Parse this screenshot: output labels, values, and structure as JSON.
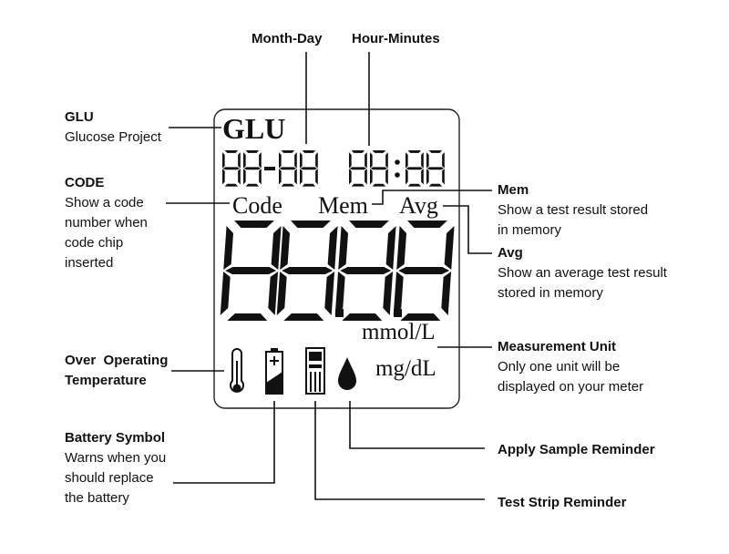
{
  "display": {
    "glu": "GLU",
    "date": "88-88",
    "time": "88:88",
    "code": "Code",
    "mem": "Mem",
    "avg": "Avg",
    "reading": "8888",
    "unit_mmol": "mmol/L",
    "unit_mg": "mg/dL"
  },
  "callouts": {
    "month_day": "Month-Day",
    "hour_minutes": "Hour-Minutes",
    "glu": {
      "title": "GLU",
      "desc": [
        "Glucose Project"
      ]
    },
    "code": {
      "title": "CODE",
      "desc": [
        "Show a code",
        "number when",
        "code chip",
        "inserted"
      ]
    },
    "mem": {
      "title": "Mem",
      "desc": [
        "Show a test result stored",
        "in memory"
      ]
    },
    "avg": {
      "title": "Avg",
      "desc": [
        "Show an average test result",
        "stored in memory"
      ]
    },
    "unit": {
      "title": "Measurement Unit",
      "desc": [
        "Only one unit will be",
        "displayed on your meter"
      ]
    },
    "temp": {
      "title_lines": [
        "Over  Operating",
        "Temperature"
      ]
    },
    "battery": {
      "title": "Battery Symbol",
      "desc": [
        "Warns when you",
        "should replace",
        "the battery"
      ]
    },
    "sample": {
      "title": "Apply Sample Reminder"
    },
    "strip": {
      "title": "Test Strip Reminder"
    }
  },
  "icons": [
    "thermometer-icon",
    "battery-icon",
    "test-strip-icon",
    "blood-drop-icon"
  ]
}
